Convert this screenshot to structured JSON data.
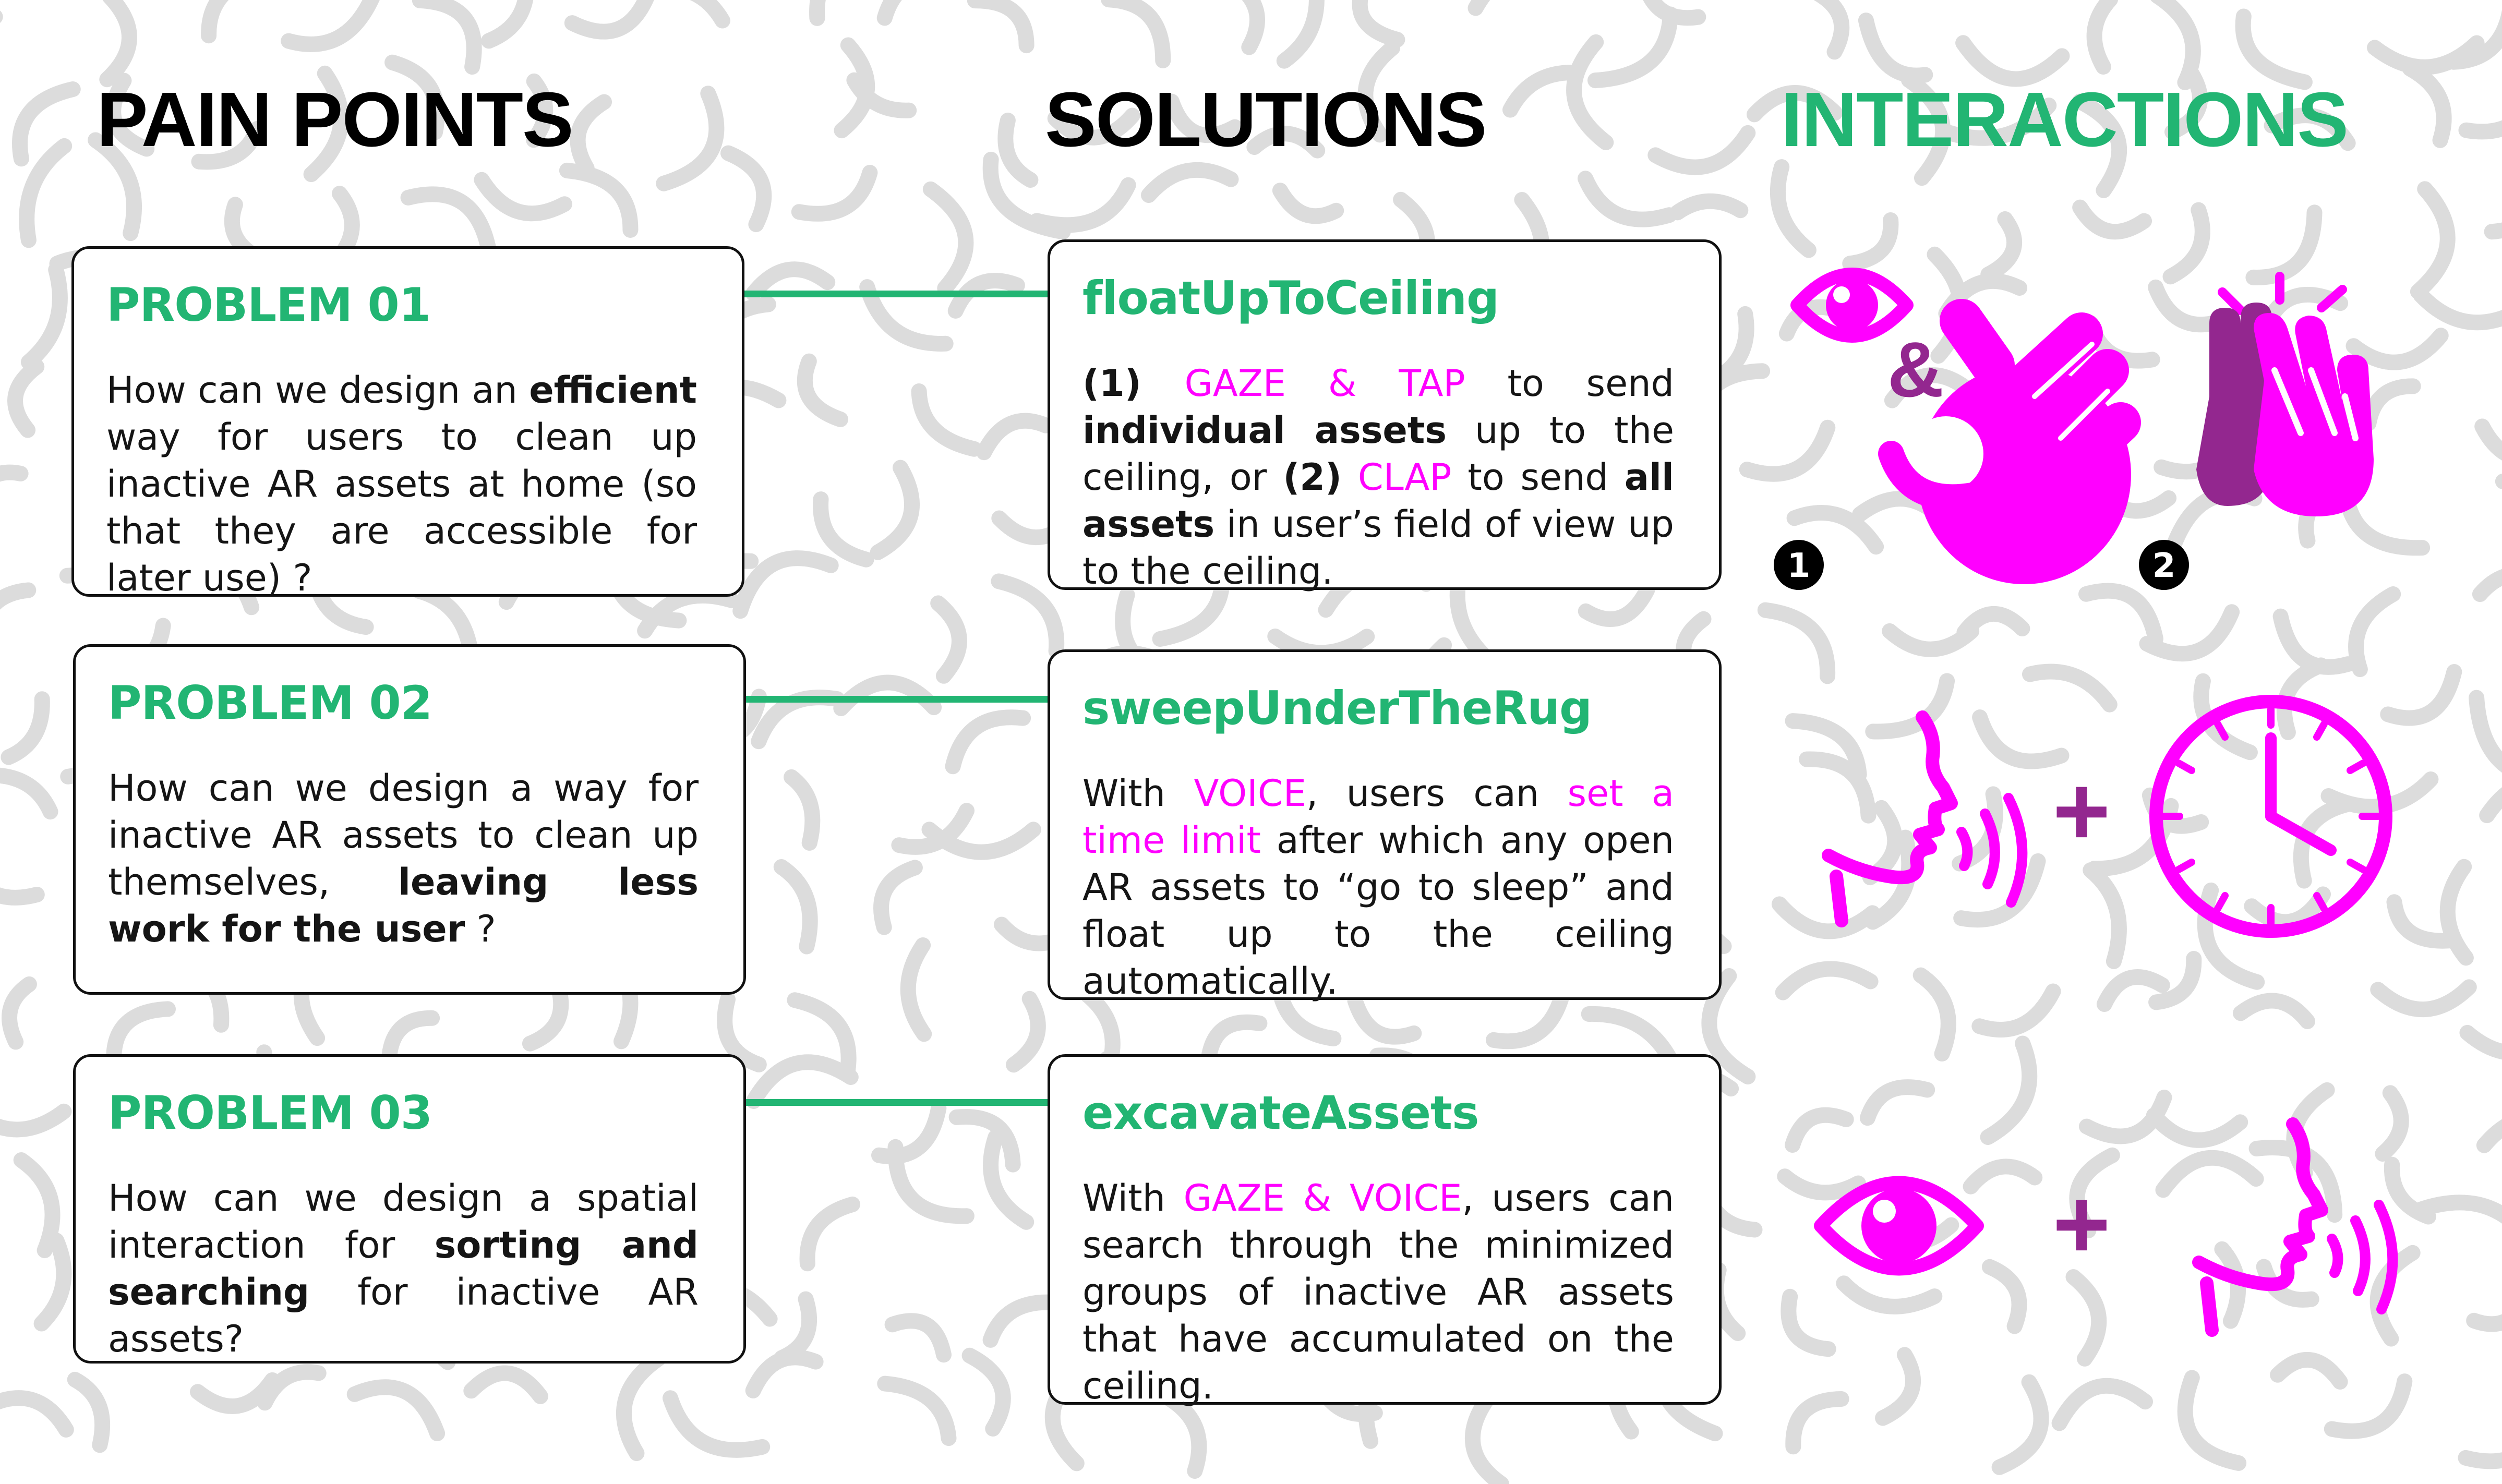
{
  "headings": {
    "pain_points": "PAIN POINTS",
    "solutions": "SOLUTIONS",
    "interactions": "INTERACTIONS"
  },
  "colors": {
    "green": "#22b573",
    "magenta": "#ff00ff",
    "purple": "#93278f",
    "black": "#000000",
    "pattern_gray": "#dcdcdc"
  },
  "problems": [
    {
      "title": "PROBLEM 01",
      "body": [
        {
          "text": "How can we design an "
        },
        {
          "text": "efficient",
          "bold": true
        },
        {
          "text": " way for users to clean up inactive AR assets at home (so that they are accessible for later use) ?"
        }
      ]
    },
    {
      "title": "PROBLEM 02",
      "body": [
        {
          "text": "How can we design a way for inactive AR assets to clean up themselves, "
        },
        {
          "text": "leaving less work for the user",
          "bold": true
        },
        {
          "text": " ?"
        }
      ]
    },
    {
      "title": "PROBLEM 03",
      "body": [
        {
          "text": "How can we design a spatial interaction for "
        },
        {
          "text": "sorting and searching",
          "bold": true
        },
        {
          "text": " for inactive  AR assets?"
        }
      ]
    }
  ],
  "solutions": [
    {
      "title": "floatUpToCeiling",
      "body": [
        {
          "text": "(1) ",
          "bold": true
        },
        {
          "text": "GAZE & TAP",
          "highlight": true
        },
        {
          "text": " to send "
        },
        {
          "text": "individual assets",
          "bold": true
        },
        {
          "text": " up to the ceiling, or "
        },
        {
          "text": "(2)",
          "bold": true
        },
        {
          "text": " "
        },
        {
          "text": "CLAP",
          "highlight": true
        },
        {
          "text": " to send "
        },
        {
          "text": "all assets",
          "bold": true
        },
        {
          "text": " in user’s field of view up to the ceiling."
        }
      ]
    },
    {
      "title": "sweepUnderTheRug",
      "body": [
        {
          "text": "With "
        },
        {
          "text": "VOICE",
          "highlight": true
        },
        {
          "text": ", users can "
        },
        {
          "text": "set a time limit",
          "highlight": true
        },
        {
          "text": " after which any open AR assets to “go to sleep” and float up to the ceiling automatically."
        }
      ]
    },
    {
      "title": "excavateAssets",
      "body": [
        {
          "text": "With "
        },
        {
          "text": "GAZE & VOICE",
          "highlight": true
        },
        {
          "text": ", users can search through the minimized groups of inactive AR assets that have accumulated on the ceiling."
        }
      ]
    }
  ],
  "interactions": {
    "row1": {
      "ampersand": "&",
      "badge_1": "1",
      "badge_2": "2",
      "icons": [
        "eye-icon",
        "ok-hand-icon",
        "clapping-hands-icon"
      ]
    },
    "row2": {
      "plus": "+",
      "icons": [
        "speaking-head-icon",
        "clock-icon"
      ]
    },
    "row3": {
      "plus": "+",
      "icons": [
        "eye-icon",
        "speaking-head-icon"
      ]
    }
  }
}
